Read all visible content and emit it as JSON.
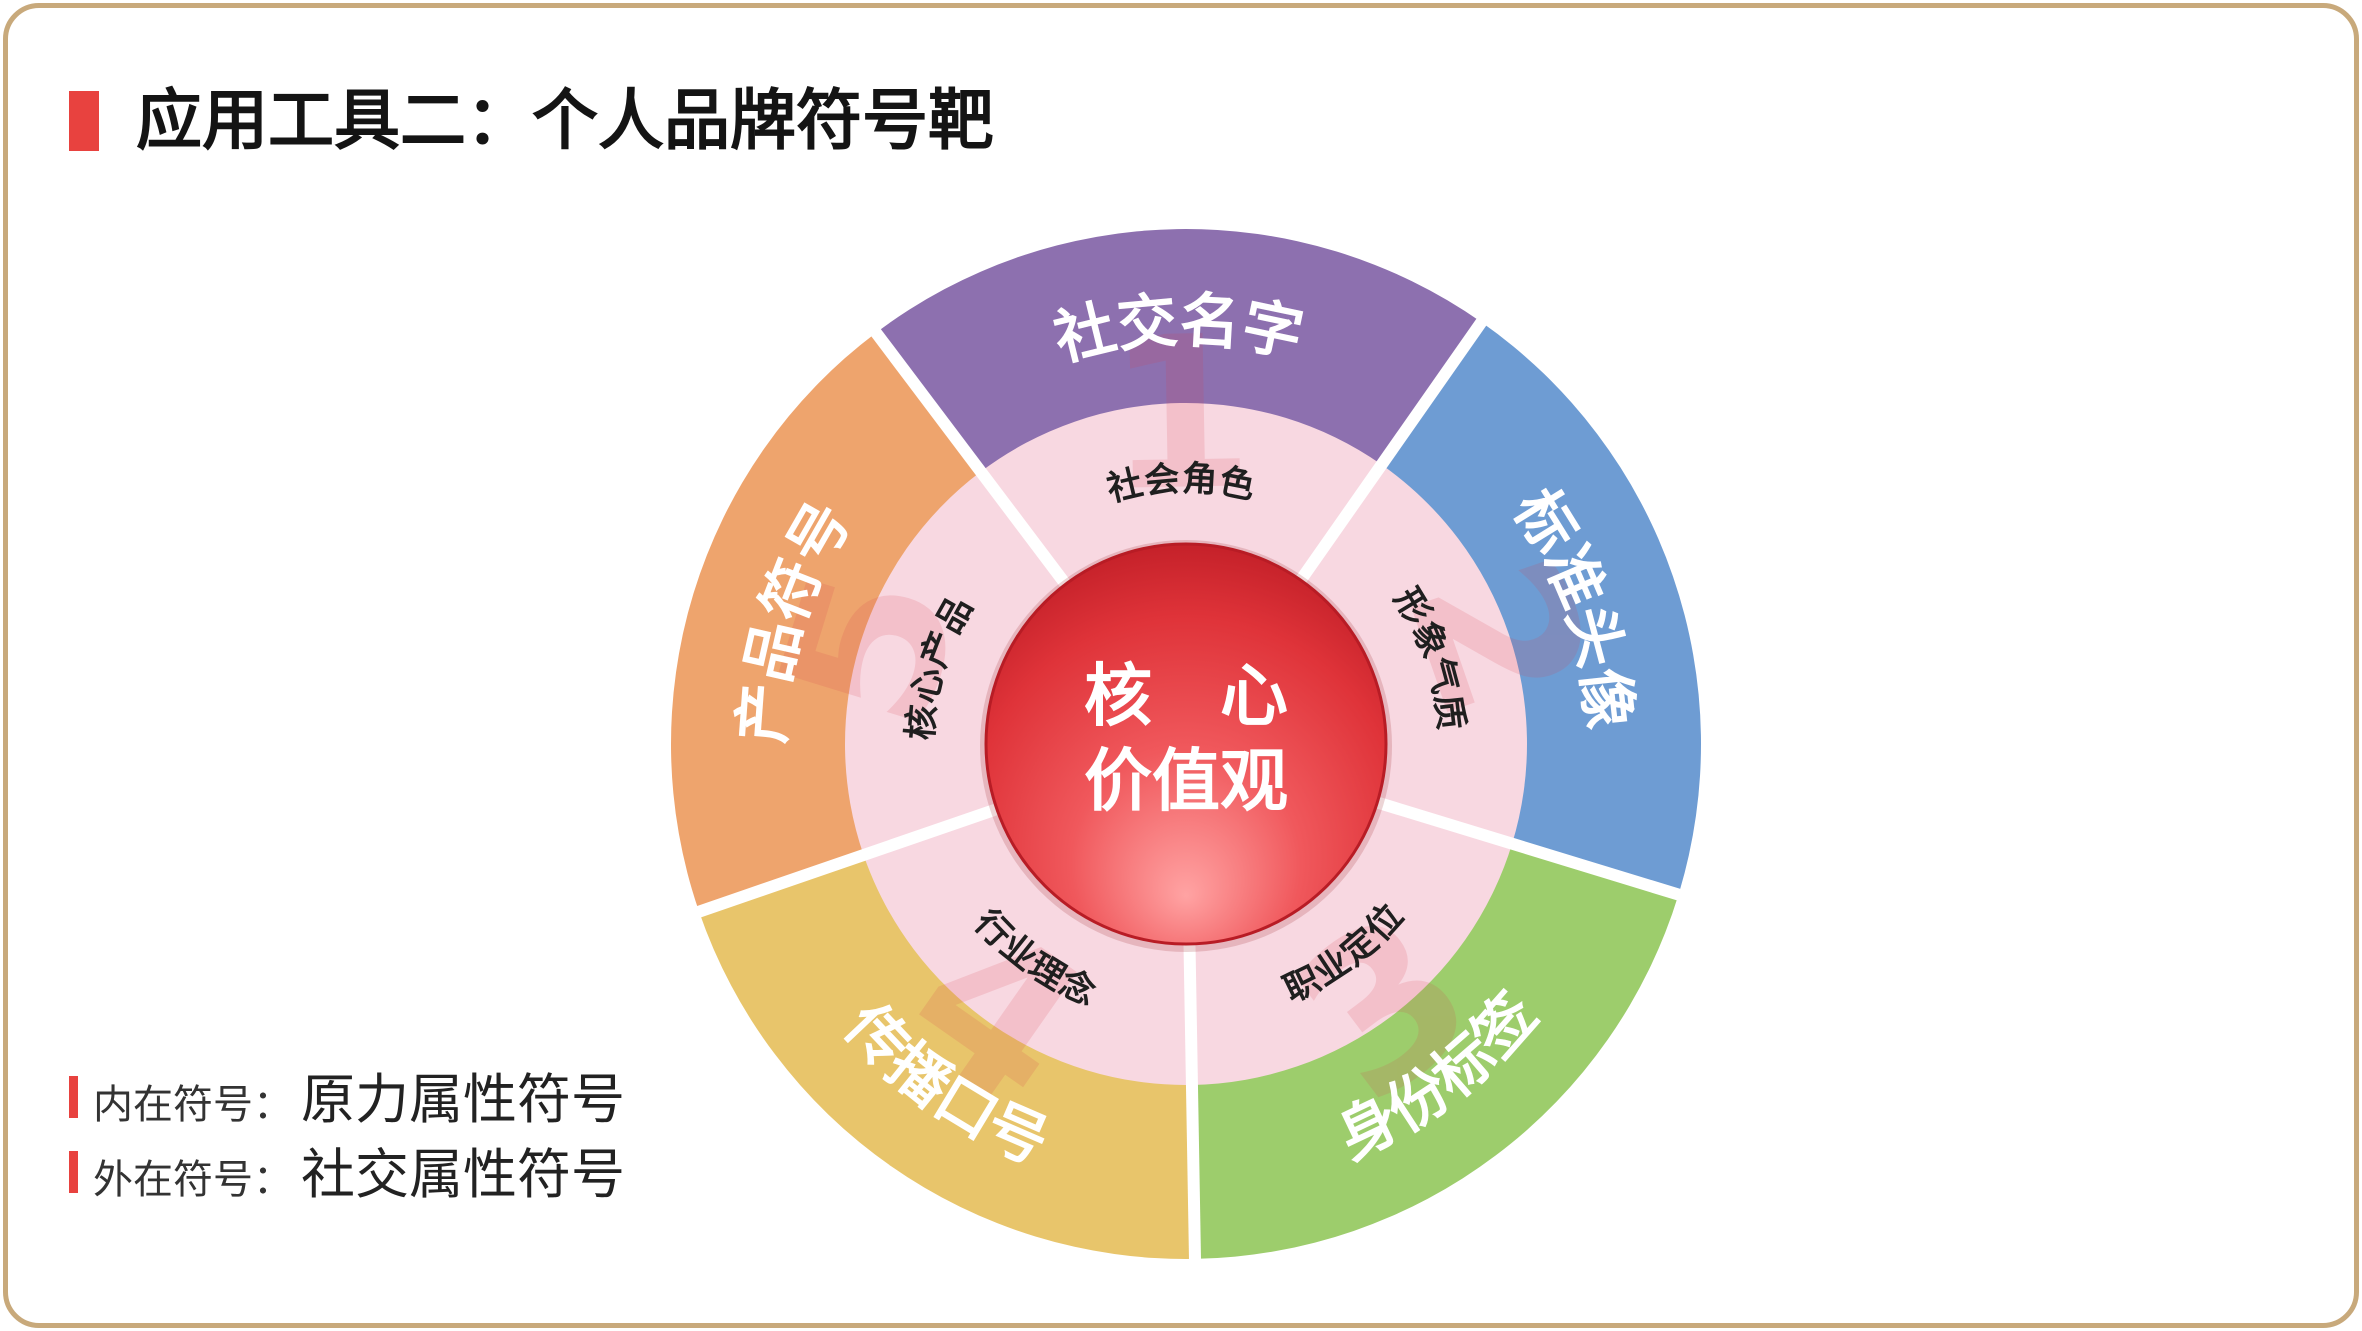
{
  "title": "应用工具二：个人品牌符号靶",
  "colors": {
    "accent_red": "#e8423f",
    "frame_border": "#c8a97b",
    "inner_ring": "#f8d8e1",
    "core_red": "#df3339"
  },
  "wheel": {
    "center": {
      "line1": "核　心",
      "line2": "价值观"
    },
    "segments": [
      {
        "number": "1",
        "outer_label": "社交名字",
        "inner_label": "社会角色",
        "color": "#8d70af"
      },
      {
        "number": "2",
        "outer_label": "标准头像",
        "inner_label": "形象气质",
        "color": "#6e9cd3"
      },
      {
        "number": "3",
        "outer_label": "身份标签",
        "inner_label": "职业定位",
        "color": "#9dcd6c"
      },
      {
        "number": "4",
        "outer_label": "传播口号",
        "inner_label": "行业理念",
        "color": "#e8c56b"
      },
      {
        "number": "5",
        "outer_label": "产品符号",
        "inner_label": "核心产品",
        "color": "#eea46d"
      }
    ]
  },
  "legend": [
    {
      "key": "内在符号：",
      "value": "原力属性符号"
    },
    {
      "key": "外在符号：",
      "value": "社交属性符号"
    }
  ]
}
